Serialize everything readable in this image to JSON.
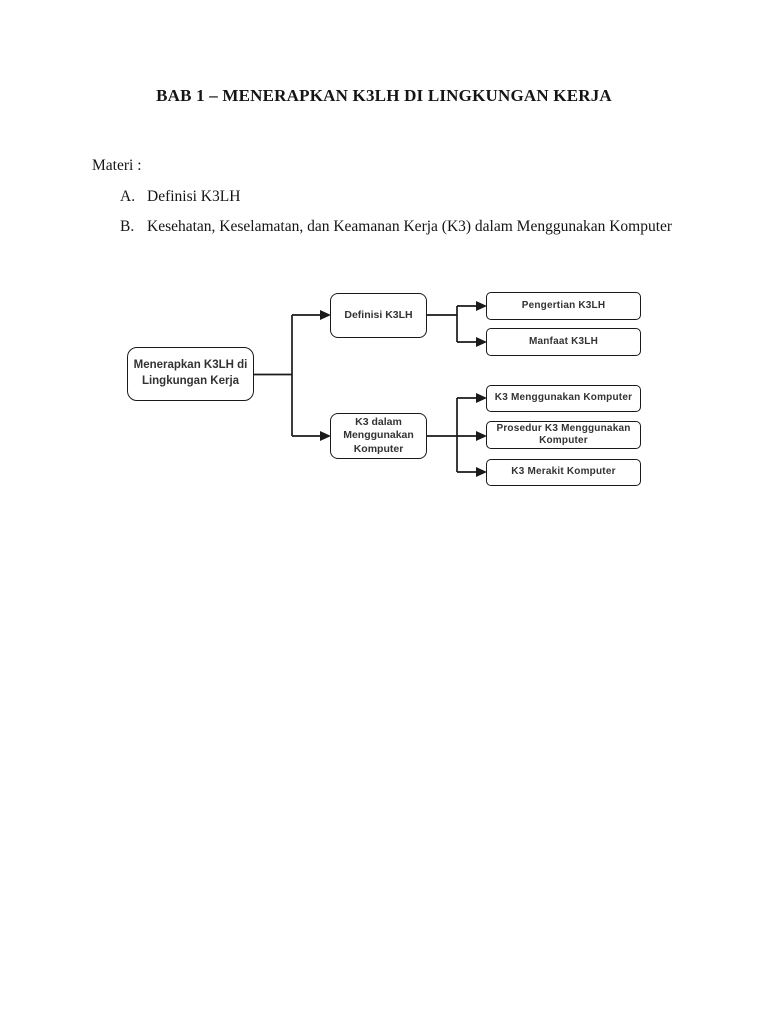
{
  "page": {
    "title": "BAB 1 – MENERAPKAN K3LH DI LINGKUNGAN KERJA",
    "materi_label": "Materi :",
    "materi_items": [
      {
        "marker": "A.",
        "text": "Definisi K3LH"
      },
      {
        "marker": "B.",
        "text": "Kesehatan, Keselamatan, dan Keamanan Kerja (K3) dalam Menggunakan Komputer"
      }
    ]
  },
  "diagram": {
    "type": "concept-map",
    "root_label": "Menerapkan K3LH di Lingkungan Kerja",
    "branches": [
      {
        "label": "Definisi K3LH",
        "children": [
          "Pengertian K3LH",
          "Manfaat K3LH"
        ]
      },
      {
        "label": "K3 dalam Menggunakan Komputer",
        "children": [
          "K3 Menggunakan Komputer",
          "Prosedur K3 Menggunakan Komputer",
          "K3 Merakit Komputer"
        ]
      }
    ],
    "colors": {
      "node_border": "#1a1a1a",
      "node_fill": "#ffffff",
      "node_text": "#333333",
      "connector": "#1a1a1a",
      "page_background": "#ffffff"
    }
  }
}
